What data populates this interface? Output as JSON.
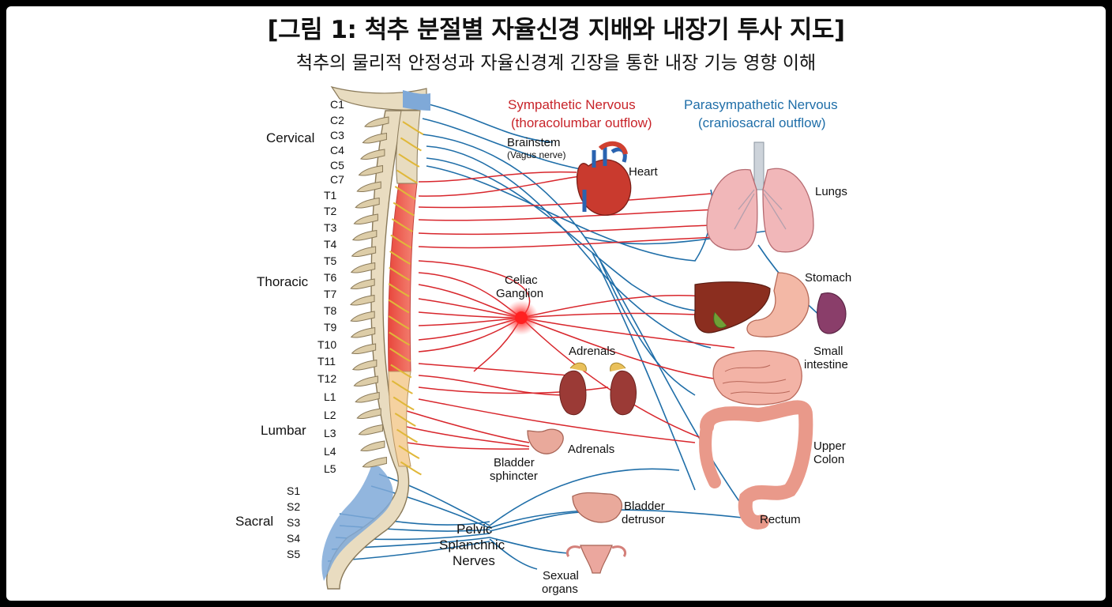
{
  "title": "[그림 1: 척추 분절별 자율신경 지배와 내장기 투사 지도]",
  "subtitle": "척추의 물리적 안정성과 자율신경계 긴장을 통한 내장 기능 영향 이해",
  "regions": {
    "cervical": "Cervical",
    "thoracic": "Thoracic",
    "lumbar": "Lumbar",
    "sacral": "Sacral"
  },
  "segments": [
    "C1",
    "C2",
    "C3",
    "C4",
    "C5",
    "C7",
    "T1",
    "T2",
    "T3",
    "T4",
    "T5",
    "T6",
    "T7",
    "T8",
    "T9",
    "T10",
    "T11",
    "T12",
    "L1",
    "L2",
    "L3",
    "L4",
    "L5",
    "S1",
    "S2",
    "S3",
    "S4",
    "S5"
  ],
  "legend": {
    "sympathetic_1": "Sympathetic Nervous",
    "sympathetic_2": "(thoracolumbar outflow)",
    "parasympathetic_1": "Parasympathetic Nervous",
    "parasympathetic_2": "(craniosacral outflow)"
  },
  "labels": {
    "brainstem": "Brainstem",
    "vagus": "(Vagus nerve)",
    "heart": "Heart",
    "lungs": "Lungs",
    "celiac_1": "Celiac",
    "celiac_2": "Ganglion",
    "stomach": "Stomach",
    "small_1": "Small",
    "small_2": "intestine",
    "adrenals_top": "Adrenals",
    "adrenals_bottom": "Adrenals",
    "bladder_sph_1": "Bladder",
    "bladder_sph_2": "sphincter",
    "upper_1": "Upper",
    "upper_2": "Colon",
    "rectum": "Rectum",
    "detrusor_1": "Bladder",
    "detrusor_2": "detrusor",
    "pelvic_1": "Pelvic",
    "pelvic_2": "Splanchnic",
    "pelvic_3": "Nerves",
    "sexual_1": "Sexual",
    "sexual_2": "organs"
  },
  "colors": {
    "sympathetic": "#d8262c",
    "parasympathetic": "#1f6ea8",
    "spinal_cord_red": "#f06a5c",
    "bone": "#e9dcc0"
  }
}
